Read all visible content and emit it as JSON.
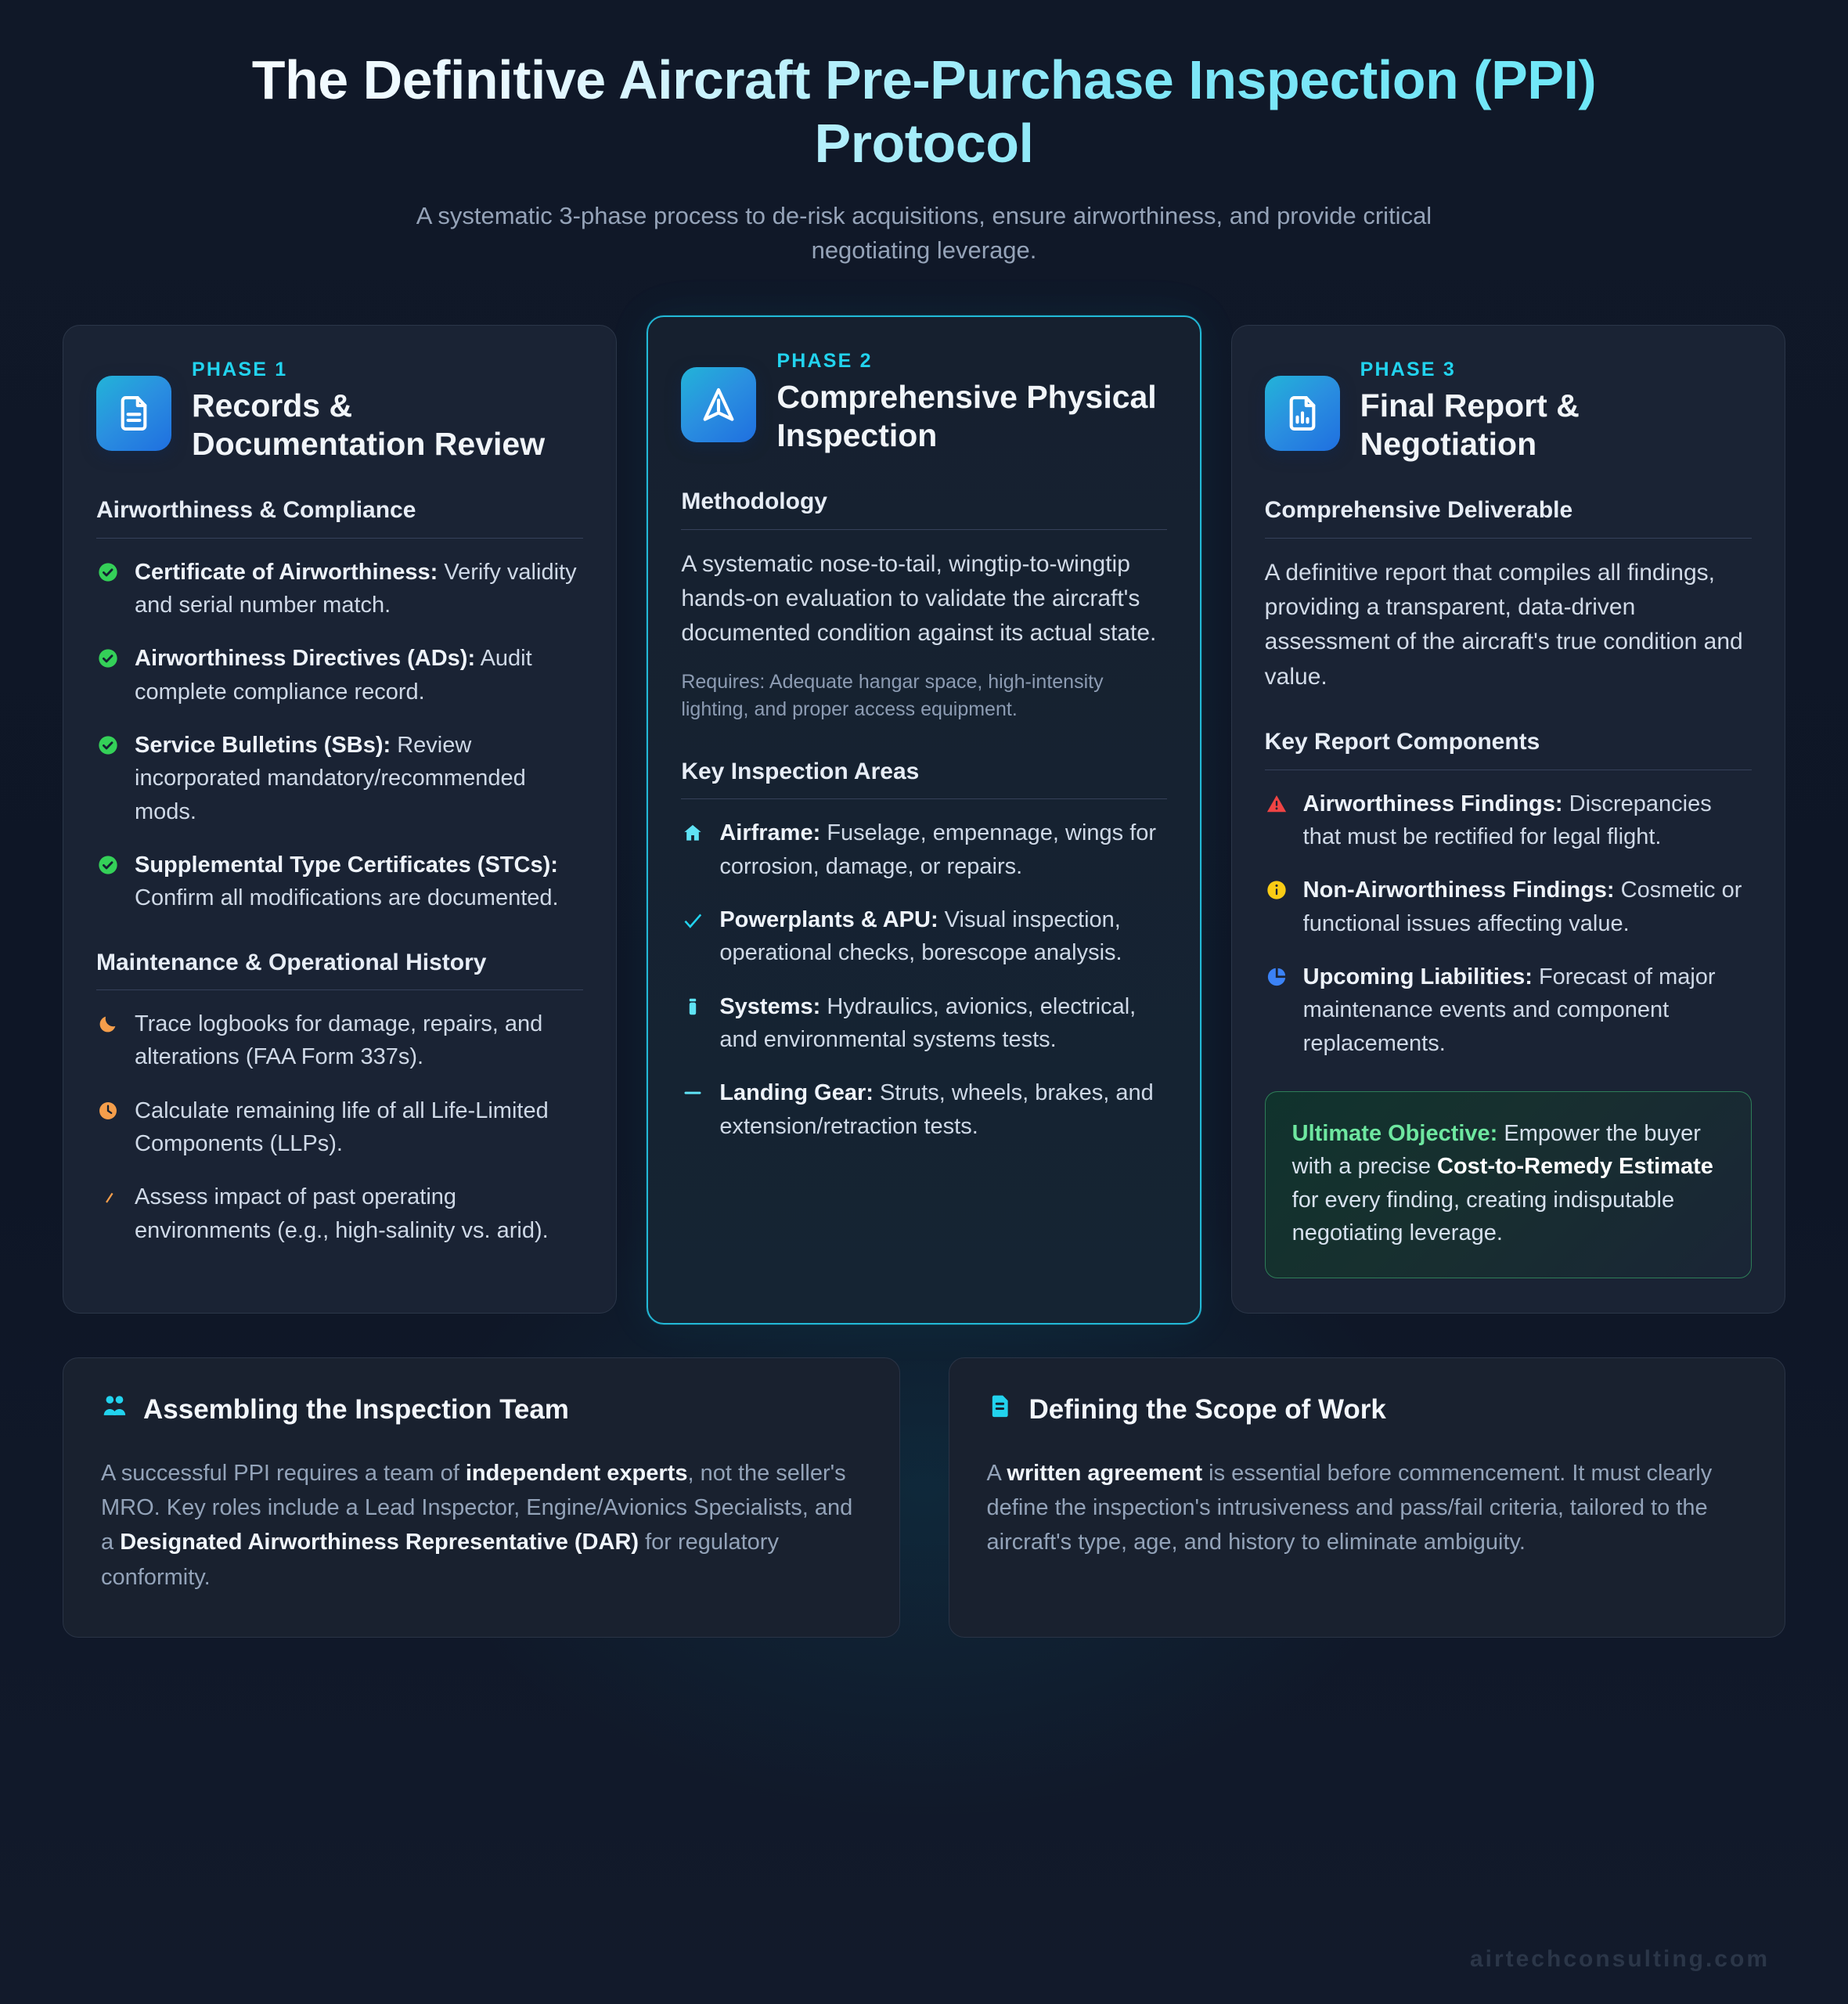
{
  "header": {
    "title": "The Definitive Aircraft Pre-Purchase Inspection (PPI) Protocol",
    "subtitle": "A systematic 3-phase process to de-risk acquisitions, ensure airworthiness, and provide critical negotiating leverage."
  },
  "phases": [
    {
      "kicker": "PHASE 1",
      "title": "Records & Documentation Review",
      "icon": "document-icon",
      "featured": false,
      "sections": [
        {
          "heading": "Airworthiness & Compliance",
          "items": [
            {
              "icon": "check-circle-icon",
              "icon_color": "#34d058",
              "lead": "Certificate of Airworthiness:",
              "text": " Verify validity and serial number match."
            },
            {
              "icon": "check-circle-icon",
              "icon_color": "#34d058",
              "lead": "Airworthiness Directives (ADs):",
              "text": " Audit complete compliance record."
            },
            {
              "icon": "check-circle-icon",
              "icon_color": "#34d058",
              "lead": "Service Bulletins (SBs):",
              "text": " Review incorporated mandatory/recommended mods."
            },
            {
              "icon": "check-circle-icon",
              "icon_color": "#34d058",
              "lead": "Supplemental Type Certificates (STCs):",
              "text": " Confirm all modifications are documented."
            }
          ]
        },
        {
          "heading": "Maintenance & Operational History",
          "items": [
            {
              "icon": "moon-icon",
              "icon_color": "#f59e4b",
              "lead": "",
              "text": "Trace logbooks for damage, repairs, and alterations (FAA Form 337s)."
            },
            {
              "icon": "clock-icon",
              "icon_color": "#f59e4b",
              "lead": "",
              "text": "Calculate remaining life of all Life-Limited Components (LLPs)."
            },
            {
              "icon": "sliver-icon",
              "icon_color": "#f59e4b",
              "lead": "",
              "text": "Assess impact of past operating environments (e.g., high-salinity vs. arid)."
            }
          ]
        }
      ]
    },
    {
      "kicker": "PHASE 2",
      "title": "Comprehensive Physical Inspection",
      "icon": "navigation-arrow-icon",
      "featured": true,
      "methodology_heading": "Methodology",
      "methodology_text": "A systematic nose-to-tail, wingtip-to-wingtip hands-on evaluation to validate the aircraft's documented condition against its actual state.",
      "methodology_note": "Requires: Adequate hangar space, high-intensity lighting, and proper access equipment.",
      "sections": [
        {
          "heading": "Key Inspection Areas",
          "items": [
            {
              "icon": "home-icon",
              "icon_color": "#5fe3f5",
              "lead": "Airframe:",
              "text": " Fuselage, empennage, wings for corrosion, damage, or repairs."
            },
            {
              "icon": "check-icon",
              "icon_color": "#22d3ee",
              "lead": "Powerplants & APU:",
              "text": " Visual inspection, operational checks, borescope analysis."
            },
            {
              "icon": "container-icon",
              "icon_color": "#5fe3f5",
              "lead": "Systems:",
              "text": " Hydraulics, avionics, electrical, and environmental systems tests."
            },
            {
              "icon": "dash-icon",
              "icon_color": "#5fe3f5",
              "lead": "Landing Gear:",
              "text": " Struts, wheels, brakes, and extension/retraction tests."
            }
          ]
        }
      ]
    },
    {
      "kicker": "PHASE 3",
      "title": "Final Report & Negotiation",
      "icon": "report-chart-icon",
      "featured": false,
      "deliverable_heading": "Comprehensive Deliverable",
      "deliverable_text": "A definitive report that compiles all findings, providing a transparent, data-driven assessment of the aircraft's true condition and value.",
      "sections": [
        {
          "heading": "Key Report Components",
          "items": [
            {
              "icon": "warning-triangle-icon",
              "icon_color": "#ef4444",
              "lead": "Airworthiness Findings:",
              "text": " Discrepancies that must be rectified for legal flight."
            },
            {
              "icon": "info-circle-icon",
              "icon_color": "#facc15",
              "lead": "Non-Airworthiness Findings:",
              "text": " Cosmetic or functional issues affecting value."
            },
            {
              "icon": "pie-chart-icon",
              "icon_color": "#3b82f6",
              "lead": "Upcoming Liabilities:",
              "text": " Forecast of major maintenance events and component replacements."
            }
          ]
        }
      ],
      "objective": {
        "label": "Ultimate Objective:",
        "text_a": " Empower the buyer with a precise ",
        "bold": "Cost-to-Remedy Estimate",
        "text_b": " for every finding, creating indisputable negotiating leverage."
      }
    }
  ],
  "bottom_cards": [
    {
      "icon": "users-icon",
      "title": "Assembling the Inspection Team",
      "parts": [
        {
          "b": false,
          "t": "A successful PPI requires a team of "
        },
        {
          "b": true,
          "t": "independent experts"
        },
        {
          "b": false,
          "t": ", not the seller's MRO. Key roles include a Lead Inspector, Engine/Avionics Specialists, and a "
        },
        {
          "b": true,
          "t": "Designated Airworthiness Representative (DAR)"
        },
        {
          "b": false,
          "t": " for regulatory conformity."
        }
      ]
    },
    {
      "icon": "document-scope-icon",
      "title": "Defining the Scope of Work",
      "parts": [
        {
          "b": false,
          "t": "A "
        },
        {
          "b": true,
          "t": "written agreement"
        },
        {
          "b": false,
          "t": " is essential before commencement. It must clearly define the inspection's intrusiveness and pass/fail criteria, tailored to the aircraft's type, age, and history to eliminate ambiguity."
        }
      ]
    }
  ],
  "watermark": "airtechconsulting.com",
  "colors": {
    "accent_cyan": "#22d3ee",
    "page_bg": "#101828",
    "card_bg": "#1a2334",
    "green": "#34d058",
    "orange": "#f59e4b",
    "red": "#ef4444",
    "yellow": "#facc15",
    "blue": "#3b82f6"
  }
}
